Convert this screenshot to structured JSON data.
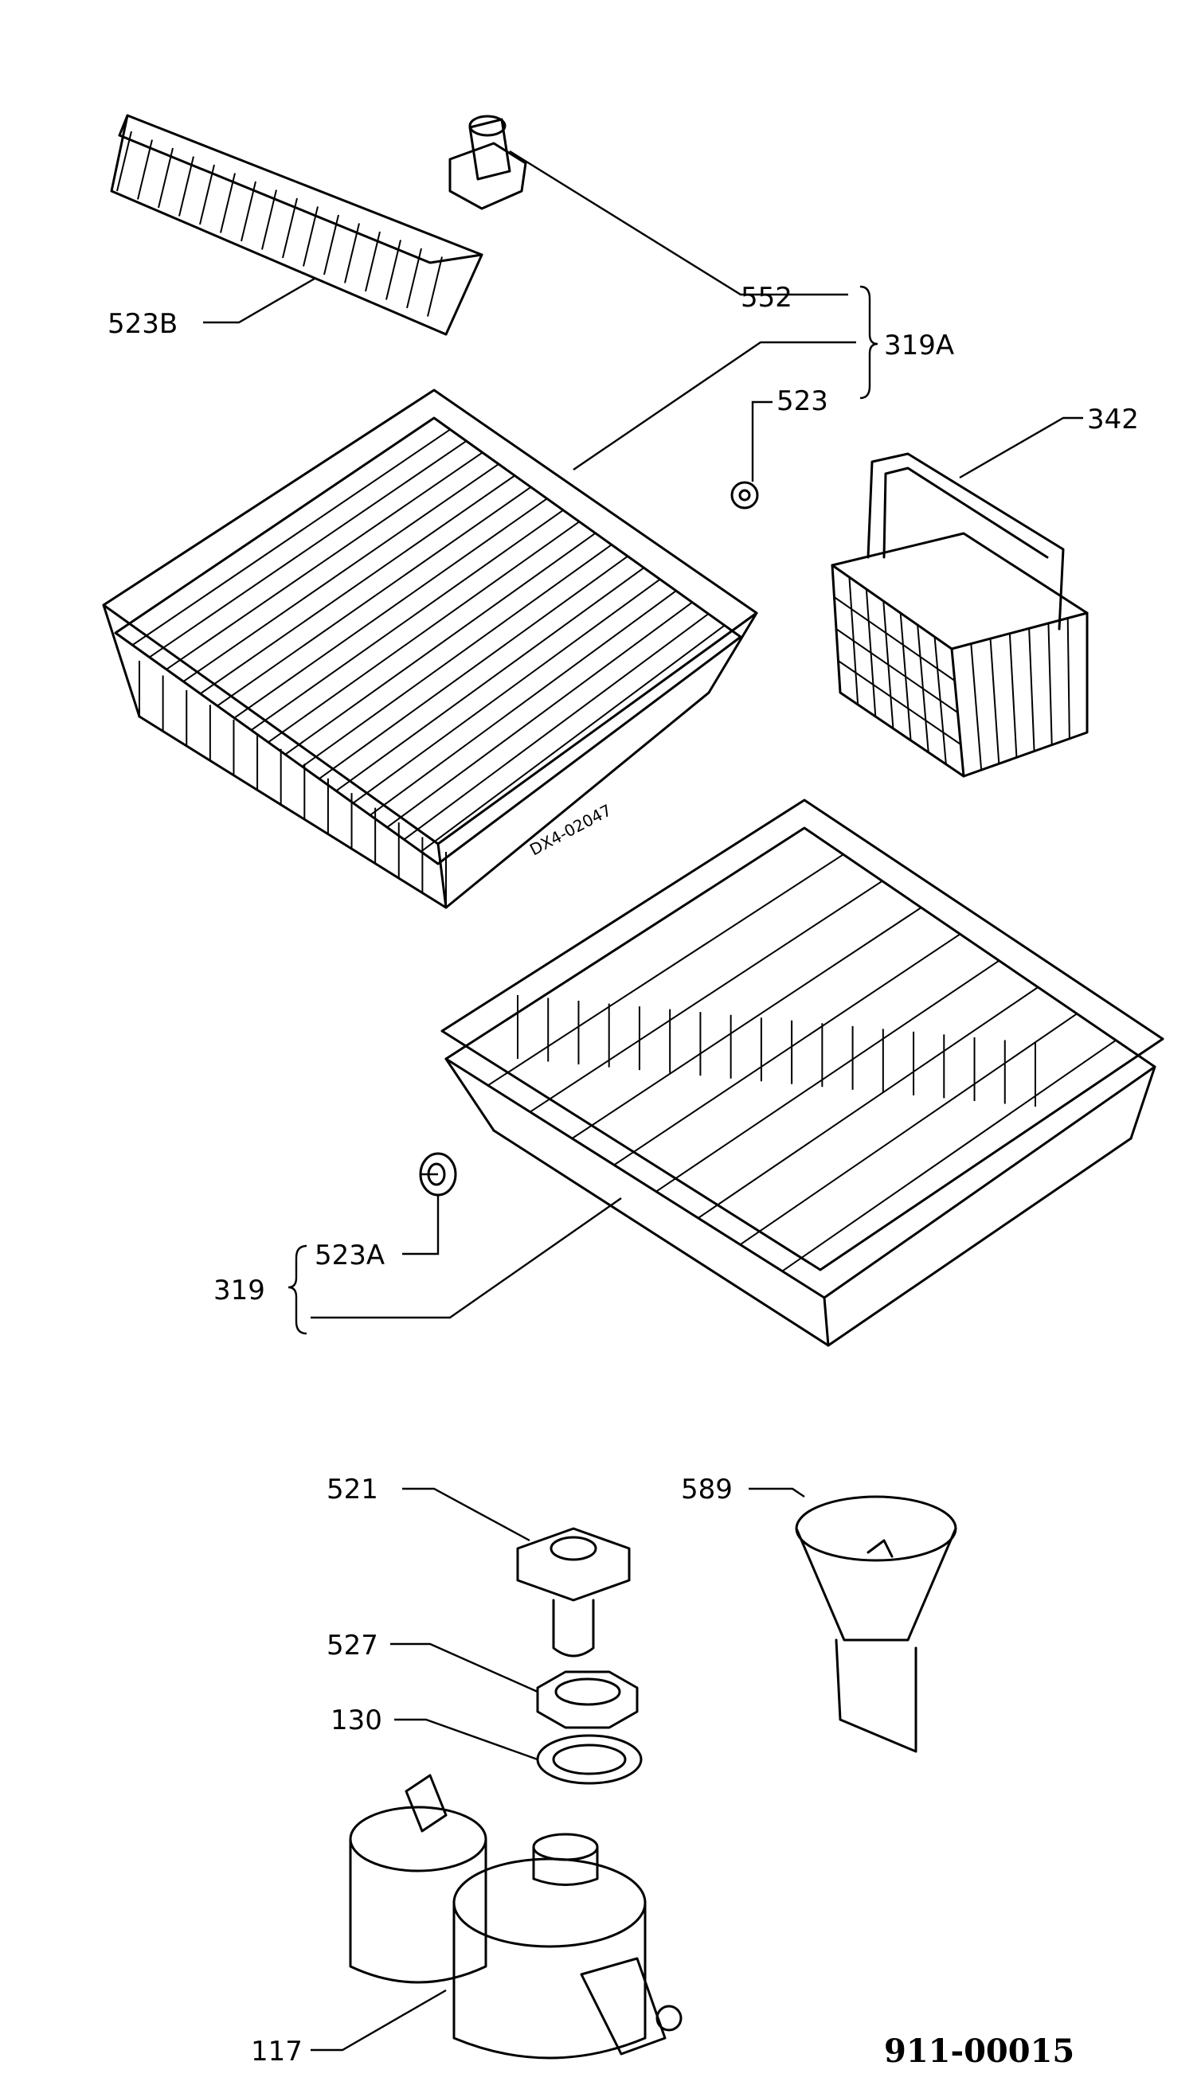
{
  "labels": {
    "l552": "552",
    "l319A": "319A",
    "l523B": "523B",
    "l523": "523",
    "l342": "342",
    "l523A": "523A",
    "l319": "319",
    "l521": "521",
    "l589": "589",
    "l527": "527",
    "l130": "130",
    "l117": "117"
  },
  "stamp": "DX4-02047",
  "drawing_code": "911-00015"
}
